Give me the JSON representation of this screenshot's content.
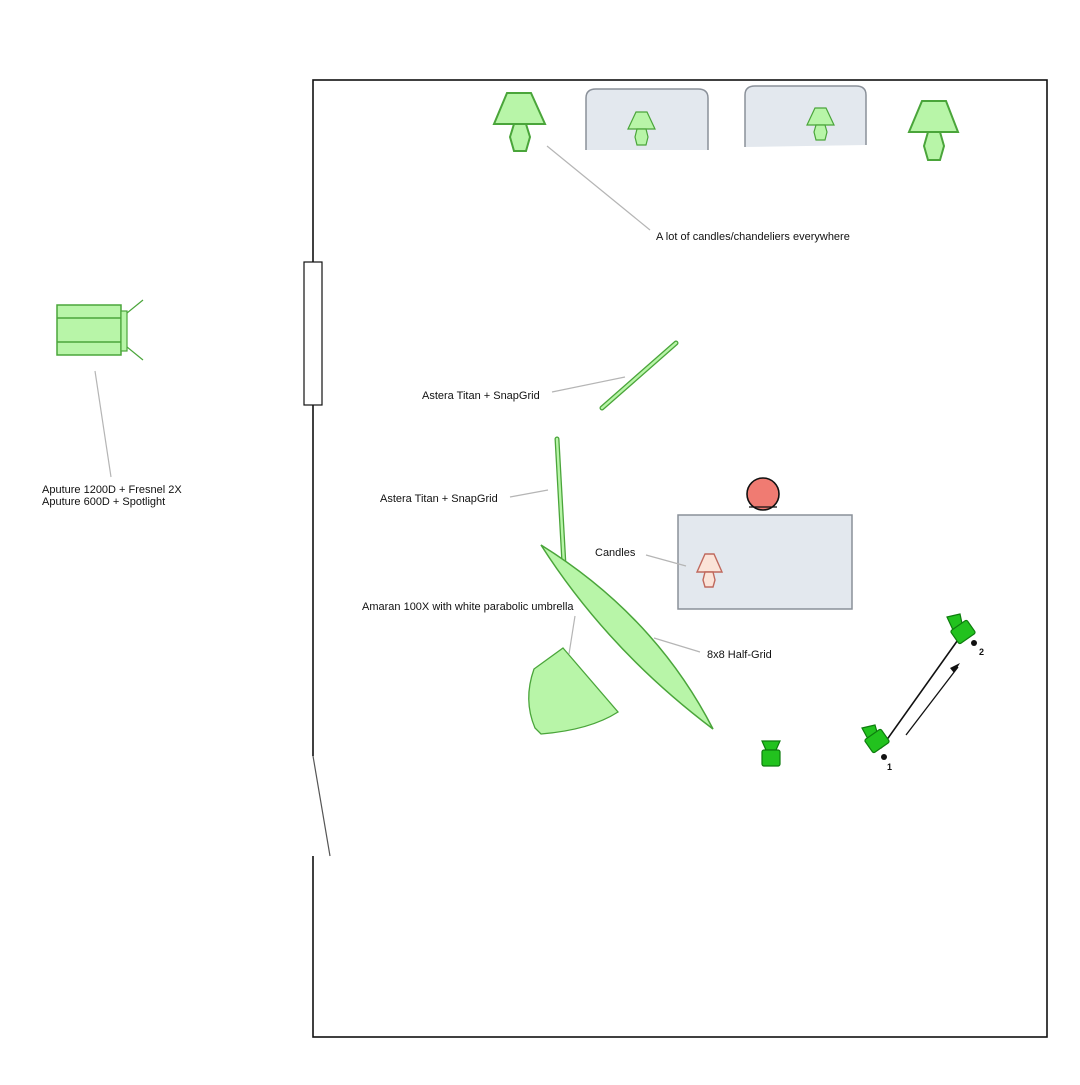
{
  "annotations": {
    "candles_note": "A lot of candles/chandeliers everywhere",
    "astera_1": "Astera Titan + SnapGrid",
    "astera_2": "Astera Titan + SnapGrid",
    "aputure_line1": "Aputure 1200D + Fresnel 2X",
    "aputure_line2": "Aputure 600D + Spotlight",
    "candles": "Candles",
    "amaran": "Amaran 100X with white parabolic umbrella",
    "half_grid": "8x8 Half-Grid"
  },
  "camera_positions": {
    "start": "1",
    "end": "2"
  },
  "colors": {
    "light_fill": "#b8f5a8",
    "light_stroke": "#4aa53a",
    "camera": "#22c21e",
    "talent": "#f07b72",
    "candle_fill": "#fbe3d8",
    "candle_stroke": "#c0695d",
    "furniture": "#e3e8ee"
  }
}
